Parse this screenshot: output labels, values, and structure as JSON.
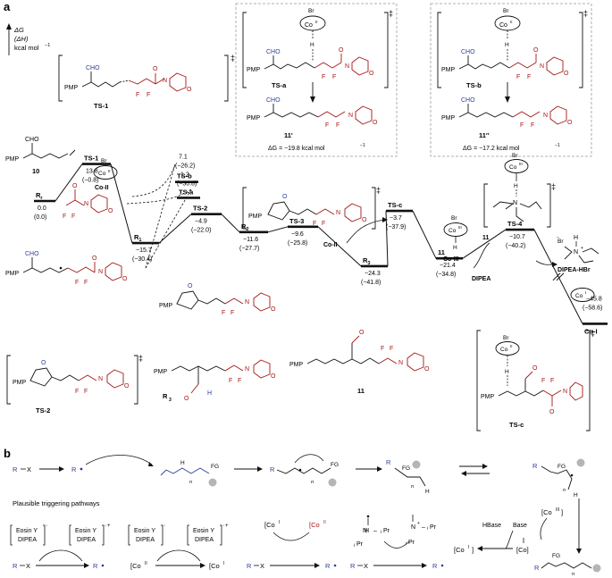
{
  "panel_a": {
    "label": "a",
    "axis": {
      "line1": "ΔG",
      "line2": "(ΔH)",
      "line3": "kcal mol",
      "unit_sup": "−1"
    },
    "levels": [
      {
        "name": "Rr",
        "label_main": "R",
        "label_sub": "r",
        "g": "0.0",
        "h": "(0.0)"
      },
      {
        "name": "TS-1",
        "label_main": "TS-1",
        "label_sub": "",
        "g": "13.8",
        "h": "(−0.8)"
      },
      {
        "name": "R1",
        "label_main": "R",
        "label_sub": "1",
        "g": "−15.7",
        "h": "(−30.4)"
      },
      {
        "name": "TS-b",
        "label_main": "TS-b",
        "label_sub": "",
        "g": "7.1",
        "h": "(−26.2)"
      },
      {
        "name": "TS-a",
        "label_main": "TS-a",
        "label_sub": "",
        "g": "1.2",
        "h": "(−30.8)"
      },
      {
        "name": "TS-2",
        "label_main": "TS-2",
        "label_sub": "",
        "g": "−4.9",
        "h": "(−22.0)"
      },
      {
        "name": "R2",
        "label_main": "R",
        "label_sub": "2",
        "g": "−11.6",
        "h": "(−27.7)"
      },
      {
        "name": "TS-3",
        "label_main": "TS-3",
        "label_sub": "",
        "g": "−9.6",
        "h": "(−25.8)"
      },
      {
        "name": "R3",
        "label_main": "R",
        "label_sub": "3",
        "g": "−24.3",
        "h": "(−41.8)"
      },
      {
        "name": "TS-c",
        "label_main": "TS-c",
        "label_sub": "",
        "g": "−3.7",
        "h": "(−37.9)"
      },
      {
        "name": "11",
        "label_main": "11",
        "label_sub": "",
        "g": "−21.4",
        "h": "(−34.8)"
      },
      {
        "name": "TS-4",
        "label_main": "TS-4",
        "label_sub": "",
        "g": "−10.7",
        "h": "(−40.2)"
      },
      {
        "name": "Co-I",
        "label_main": "Co-I",
        "label_sub": "",
        "g": "−45.8",
        "h": "(−58.6)"
      }
    ],
    "labels": {
      "ts1": "TS-1",
      "tsa": "TS-a",
      "tsb": "TS-b",
      "tsc": "TS-c",
      "ts2": "TS-2",
      "r3": "R",
      "r3_sub": "3",
      "compound10": "10",
      "compound11": "11",
      "product_tsa": "11′",
      "product_tsb": "11′′",
      "dg_tsa": "ΔG = −19.8 kcal mol",
      "dg_tsb": "ΔG = −17.2 kcal mol",
      "dg_unit": "−1",
      "co_ii": "Co-II",
      "co_iii": "Co-III",
      "dipea": "DIPEA",
      "dipea_hbr": "DIPEA-HBr",
      "co_ii_oval": "Co",
      "co_ii_sup": "II",
      "co_iii_sup": "III",
      "co_i_sup": "I",
      "br": "Br",
      "h": "H",
      "pmp": "PMP",
      "cho": "CHO",
      "f": "F",
      "dagger": "‡",
      "n": "N",
      "o": "O",
      "br_minus": "Br",
      "minus": "−",
      "plus": "+"
    }
  },
  "panel_b": {
    "label": "b",
    "row1": {
      "rx": "R",
      "x": "X",
      "r_rad": "R",
      "h": "H",
      "fg": "FG",
      "n": "n"
    },
    "triggering_title": "Plausible triggering pathways",
    "eosin": "Eosin Y",
    "dipea": "DIPEA",
    "dot": "·",
    "plus": "+",
    "co_ii_bracket": "[Co",
    "co_sup_ii": "II",
    "co_sup_iii": "III",
    "co_sup_i": "I",
    "hbase": "HBase",
    "base": "Base",
    "co_h": "[Co]",
    "co": "[Co]",
    "r": "R",
    "x": "X",
    "ipr": "Pr",
    "i": "i"
  },
  "colors": {
    "blue": "#2d3d9e",
    "red": "#a31515",
    "grey": "#b5b5b5"
  }
}
